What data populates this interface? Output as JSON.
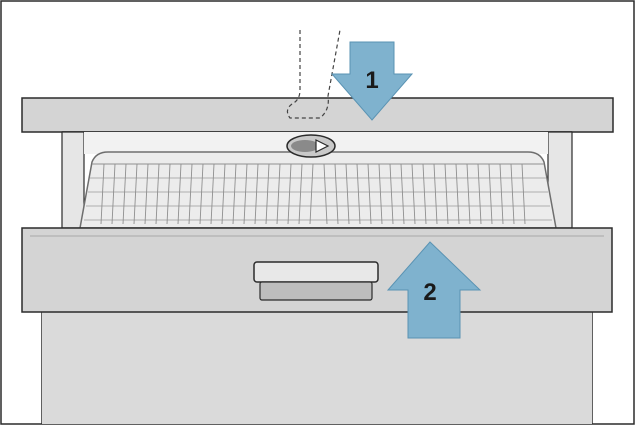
{
  "steps": [
    {
      "label": "1",
      "direction": "down"
    },
    {
      "label": "2",
      "direction": "up"
    }
  ],
  "colors": {
    "arrow": "#7fb2ce",
    "arrow_stroke": "#5a93b3",
    "panel": "#d9d9d9",
    "panel_edge": "#8a8a8a",
    "outline": "#2b2b2b",
    "basket": "#8f8f8f",
    "background": "#ffffff"
  },
  "icons": {
    "release_button": "triangle-right-icon",
    "handle": "handle-recess"
  }
}
